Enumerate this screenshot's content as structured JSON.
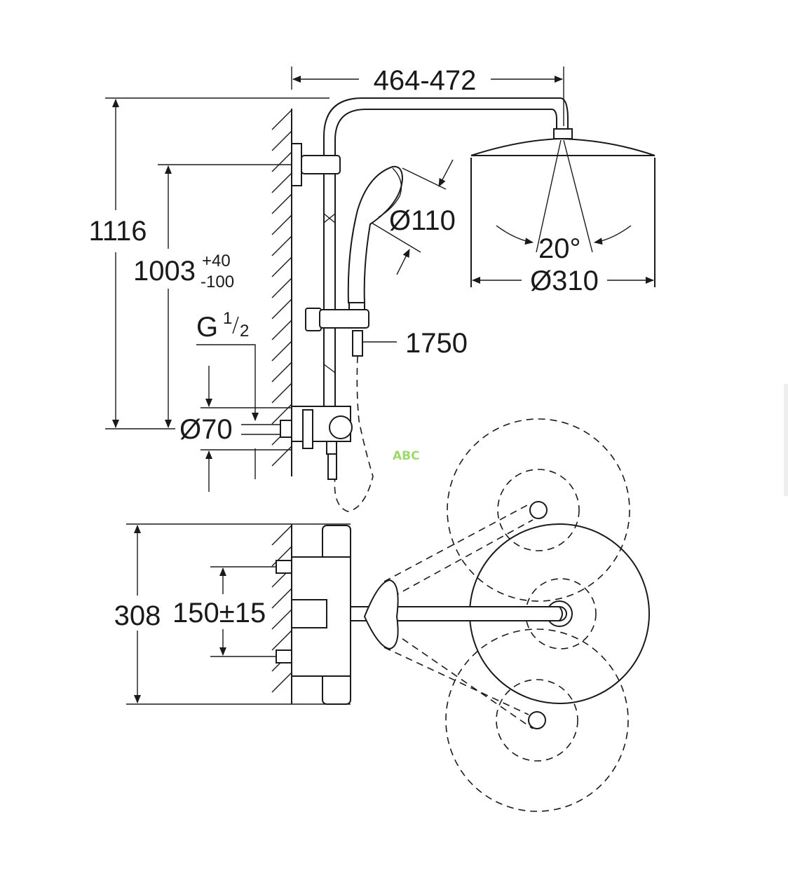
{
  "dimensions": {
    "arm_projection": "464-472",
    "total_height": "1116",
    "rail_height_main": "1003",
    "rail_height_tol_plus": "+40",
    "rail_height_tol_minus": "-100",
    "thread_G": "G",
    "thread_num": "1",
    "thread_den": "2",
    "hand_shower_diameter": "Ø110",
    "hose_length": "1750",
    "spray_angle": "20°",
    "head_shower_diameter": "Ø310",
    "escutcheon_diameter": "Ø70",
    "depth_top_view": "308",
    "inlet_spacing": "150±15"
  },
  "watermark": "ABC"
}
